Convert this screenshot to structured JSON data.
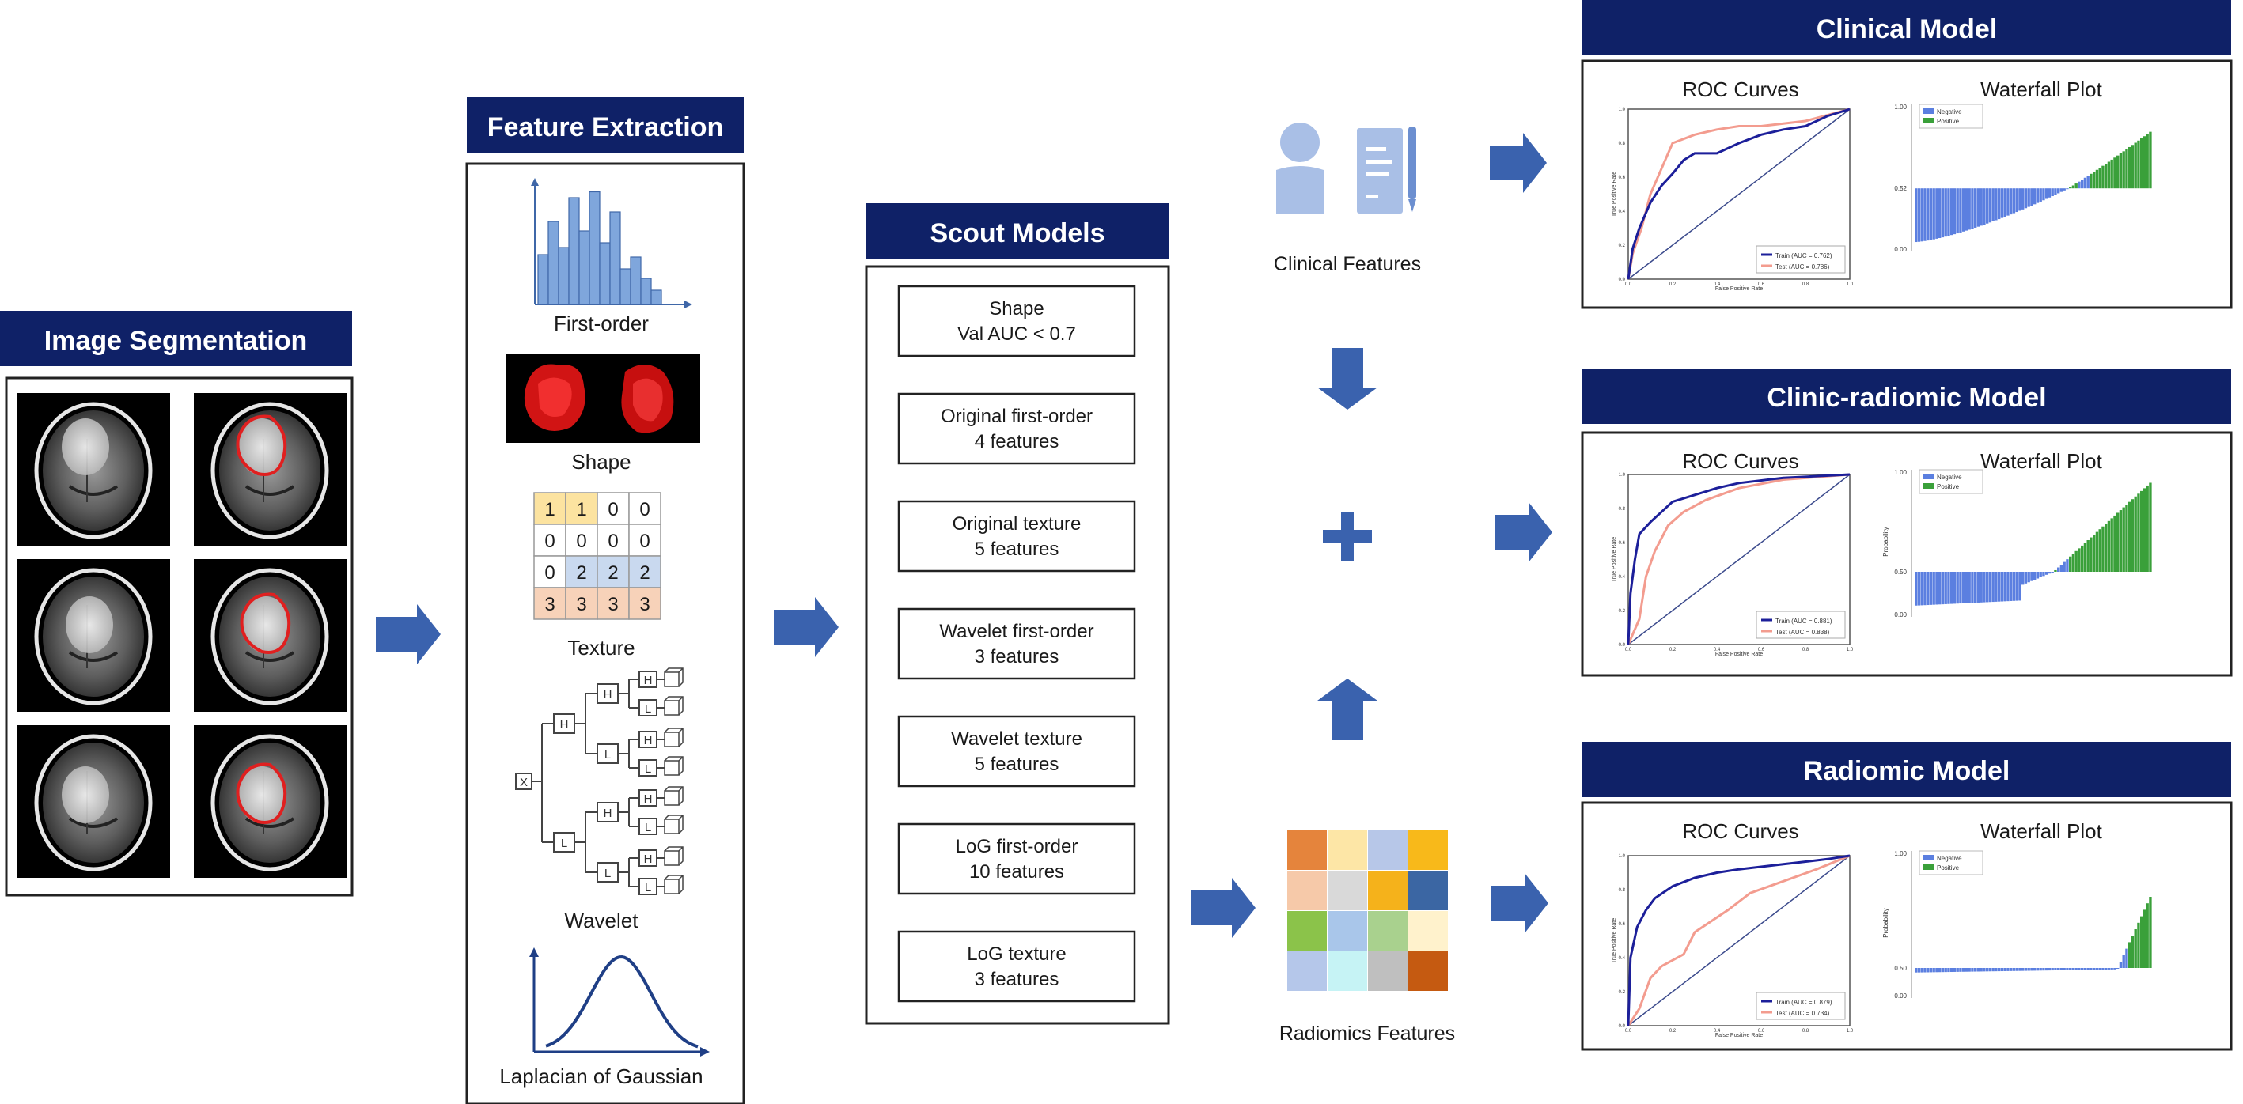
{
  "image_segmentation": {
    "title": "Image Segmentation"
  },
  "feature_extraction": {
    "title": "Feature Extraction",
    "labels": {
      "first_order": "First-order",
      "shape": "Shape",
      "texture": "Texture",
      "wavelet": "Wavelet",
      "log": "Laplacian of Gaussian"
    },
    "texture_matrix": [
      [
        1,
        1,
        0,
        0
      ],
      [
        0,
        0,
        0,
        0
      ],
      [
        0,
        2,
        2,
        2
      ],
      [
        3,
        3,
        3,
        3
      ]
    ],
    "wavelet_nodes": {
      "root": "X",
      "high": "H",
      "low": "L"
    }
  },
  "scout_models": {
    "title": "Scout Models",
    "items": [
      {
        "line1": "Shape",
        "line2": "Val AUC < 0.7"
      },
      {
        "line1": "Original first-order",
        "line2": "4 features"
      },
      {
        "line1": "Original texture",
        "line2": "5 features"
      },
      {
        "line1": "Wavelet first-order",
        "line2": "3 features"
      },
      {
        "line1": "Wavelet texture",
        "line2": "5 features"
      },
      {
        "line1": "LoG first-order",
        "line2": "10 features"
      },
      {
        "line1": "LoG texture",
        "line2": "3 features"
      }
    ]
  },
  "features": {
    "clinical": "Clinical Features",
    "radiomics": "Radiomics Features"
  },
  "models": [
    {
      "title": "Clinical Model",
      "roc_title": "ROC Curves",
      "waterfall_title": "Waterfall Plot",
      "roc_xlabel": "False Positive Rate",
      "roc_ylabel": "True Positive Rate",
      "legend_train": "Train (AUC = 0.762)",
      "legend_test": "Test (AUC = 0.786)",
      "wf_legend_neg": "Negative",
      "wf_legend_pos": "Positive",
      "wf_ticks": [
        "1.00",
        "0.52",
        "0.00"
      ],
      "wf_ylabel": ""
    },
    {
      "title": "Clinic-radiomic Model",
      "roc_title": "ROC Curves",
      "waterfall_title": "Waterfall Plot",
      "roc_xlabel": "False Positive Rate",
      "roc_ylabel": "True Positive Rate",
      "legend_train": "Train (AUC = 0.881)",
      "legend_test": "Test (AUC = 0.838)",
      "wf_legend_neg": "Negative",
      "wf_legend_pos": "Positive",
      "wf_ticks": [
        "1.00",
        "0.50",
        "0.00"
      ],
      "wf_ylabel": "Probability"
    },
    {
      "title": "Radiomic Model",
      "roc_title": "ROC Curves",
      "waterfall_title": "Waterfall Plot",
      "roc_xlabel": "False Positive Rate",
      "roc_ylabel": "True Positive Rate",
      "legend_train": "Train (AUC = 0.879)",
      "legend_test": "Test (AUC = 0.734)",
      "wf_legend_neg": "Negative",
      "wf_legend_pos": "Positive",
      "wf_ticks": [
        "1.00",
        "0.50",
        "0.00"
      ],
      "wf_ylabel": "Probability"
    }
  ],
  "colors": {
    "navy": "#0f2167",
    "arrow": "#3a62ae",
    "hist": "#7fa6dc",
    "roc_train": "#1c1f9a",
    "roc_test": "#f39c8f",
    "wf_blue": "#5b7fe0",
    "wf_green": "#3aa03a"
  }
}
